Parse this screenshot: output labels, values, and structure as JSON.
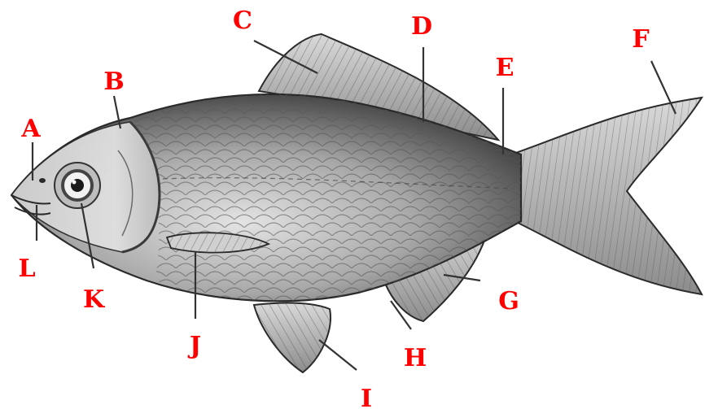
{
  "labels": {
    "a": "A",
    "b": "B",
    "c": "C",
    "d": "D",
    "e": "E",
    "f": "F",
    "g": "G",
    "h": "H",
    "i": "I",
    "j": "J",
    "k": "K",
    "l": "L"
  },
  "colors": {
    "label": "#ff0000",
    "body_light": "#e2e2e2",
    "body_mid": "#9a9a9a",
    "body_dark": "#3a3a3a",
    "fin": "#c8c8c8",
    "outline": "#2a2a2a"
  }
}
